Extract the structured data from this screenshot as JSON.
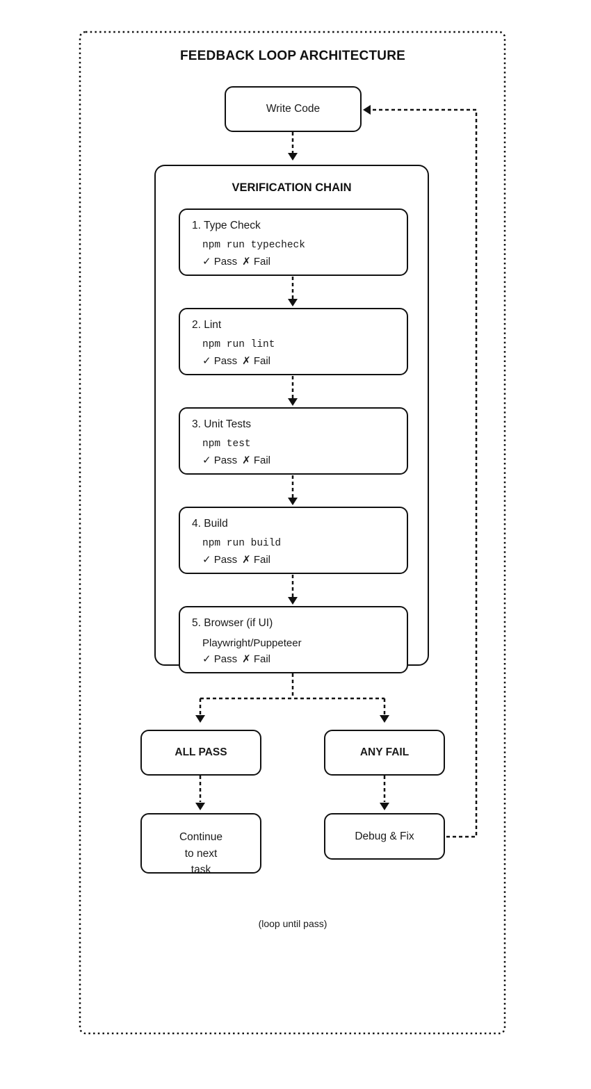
{
  "diagram": {
    "title": "FEEDBACK LOOP ARCHITECTURE",
    "nodes": {
      "write_code": "Write Code",
      "all_pass": "ALL PASS",
      "any_fail": "ANY FAIL",
      "continue_lines": [
        "Continue",
        "to next",
        "task"
      ],
      "debug_fix": "Debug & Fix"
    },
    "verification_chain": {
      "title": "VERIFICATION CHAIN",
      "steps": [
        {
          "name": "1. Type Check",
          "command": "npm run typecheck",
          "pass": "✓ Pass",
          "fail": "✗ Fail"
        },
        {
          "name": "2. Lint",
          "command": "npm run lint",
          "pass": "✓ Pass",
          "fail": "✗ Fail"
        },
        {
          "name": "3. Unit Tests",
          "command": "npm test",
          "pass": "✓ Pass",
          "fail": "✗ Fail"
        },
        {
          "name": "4. Build",
          "command": "npm run build",
          "pass": "✓ Pass",
          "fail": "✗ Fail"
        },
        {
          "name": "5. Browser (if UI)",
          "command": "Playwright/Puppeteer",
          "pass": "✓ Pass",
          "fail": "✗ Fail"
        }
      ]
    },
    "loop_note": "(loop until pass)",
    "colors": {
      "line": "#111111",
      "text": "#1a1a1a",
      "background": "#ffffff"
    }
  }
}
